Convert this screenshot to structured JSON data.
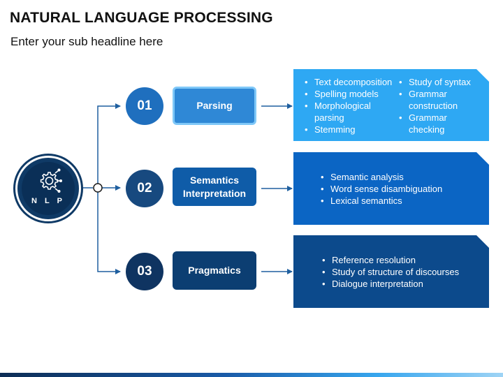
{
  "header": {
    "title": "NATURAL LANGUAGE PROCESSING",
    "subtitle": "Enter your sub headline here"
  },
  "hub": {
    "label": "N L P",
    "icon": "gear-network-icon"
  },
  "colors": {
    "step1_num": "#1f6fbe",
    "step1_pill": "#2f88d6",
    "step1_panel": "#2ea8f3",
    "step2_num": "#17497f",
    "step2_pill": "#0f5ca8",
    "step2_panel": "#0b65c4",
    "step3_num": "#0f3461",
    "step3_pill": "#0c3e72",
    "step3_panel": "#0c4a8c",
    "hub": "#0f3a66",
    "connector": "#1f5f9f"
  },
  "steps": [
    {
      "number": "01",
      "label": "Parsing",
      "col1": [
        "Text decomposition",
        "Spelling models",
        "Morphological parsing",
        "Stemming"
      ],
      "col2": [
        "Study of syntax",
        "Grammar construction",
        "Grammar checking"
      ]
    },
    {
      "number": "02",
      "label": "Semantics\nInterpretation",
      "col1": [
        "Semantic analysis",
        "Word sense disambiguation",
        "Lexical semantics"
      ]
    },
    {
      "number": "03",
      "label": "Pragmatics",
      "col1": [
        "Reference resolution",
        "Study of structure of discourses",
        "Dialogue interpretation"
      ]
    }
  ]
}
